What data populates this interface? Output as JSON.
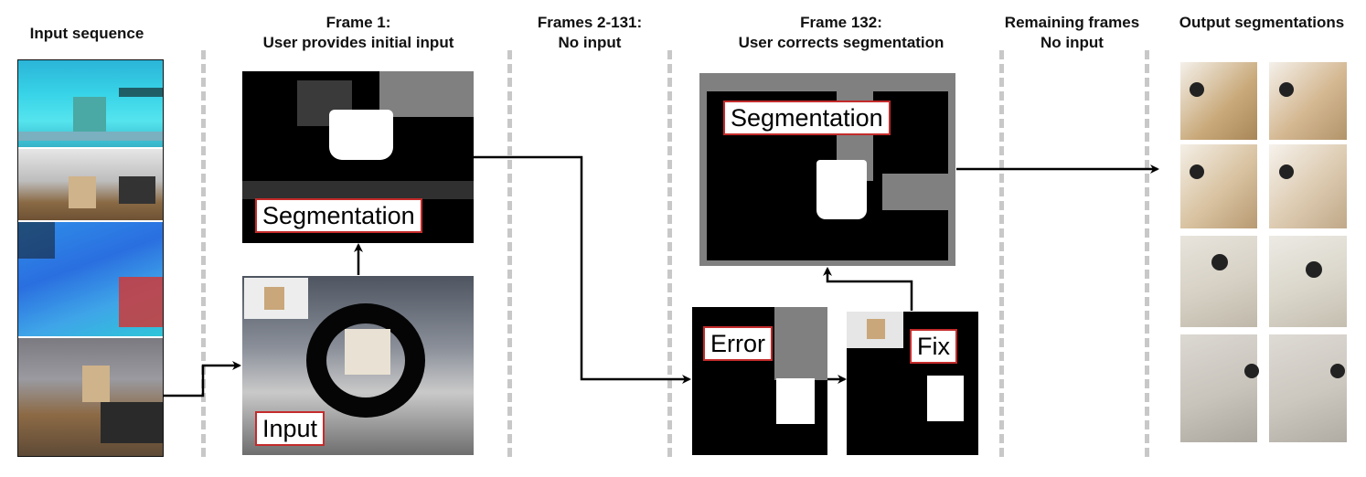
{
  "headers": {
    "input_sequence": "Input sequence",
    "frame1": {
      "line1": "Frame 1:",
      "line2": "User provides initial input"
    },
    "frames2_131": {
      "line1": "Frames 2-131:",
      "line2": "No input"
    },
    "frame132": {
      "line1": "Frame 132:",
      "line2": "User corrects segmentation"
    },
    "remaining": {
      "line1": "Remaining frames",
      "line2": "No input"
    },
    "output": "Output segmentations"
  },
  "labels": {
    "segmentation_frame1": "Segmentation",
    "input_frame1": "Input",
    "segmentation_frame132": "Segmentation",
    "error": "Error",
    "fix": "Fix"
  },
  "colors": {
    "label_border": "#c42b2b",
    "mask_black": "#000000",
    "mask_gray": "#808080",
    "mask_white": "#ffffff",
    "depth_cyan": "#3fd6e6",
    "depth_blue": "#1e73e8"
  }
}
